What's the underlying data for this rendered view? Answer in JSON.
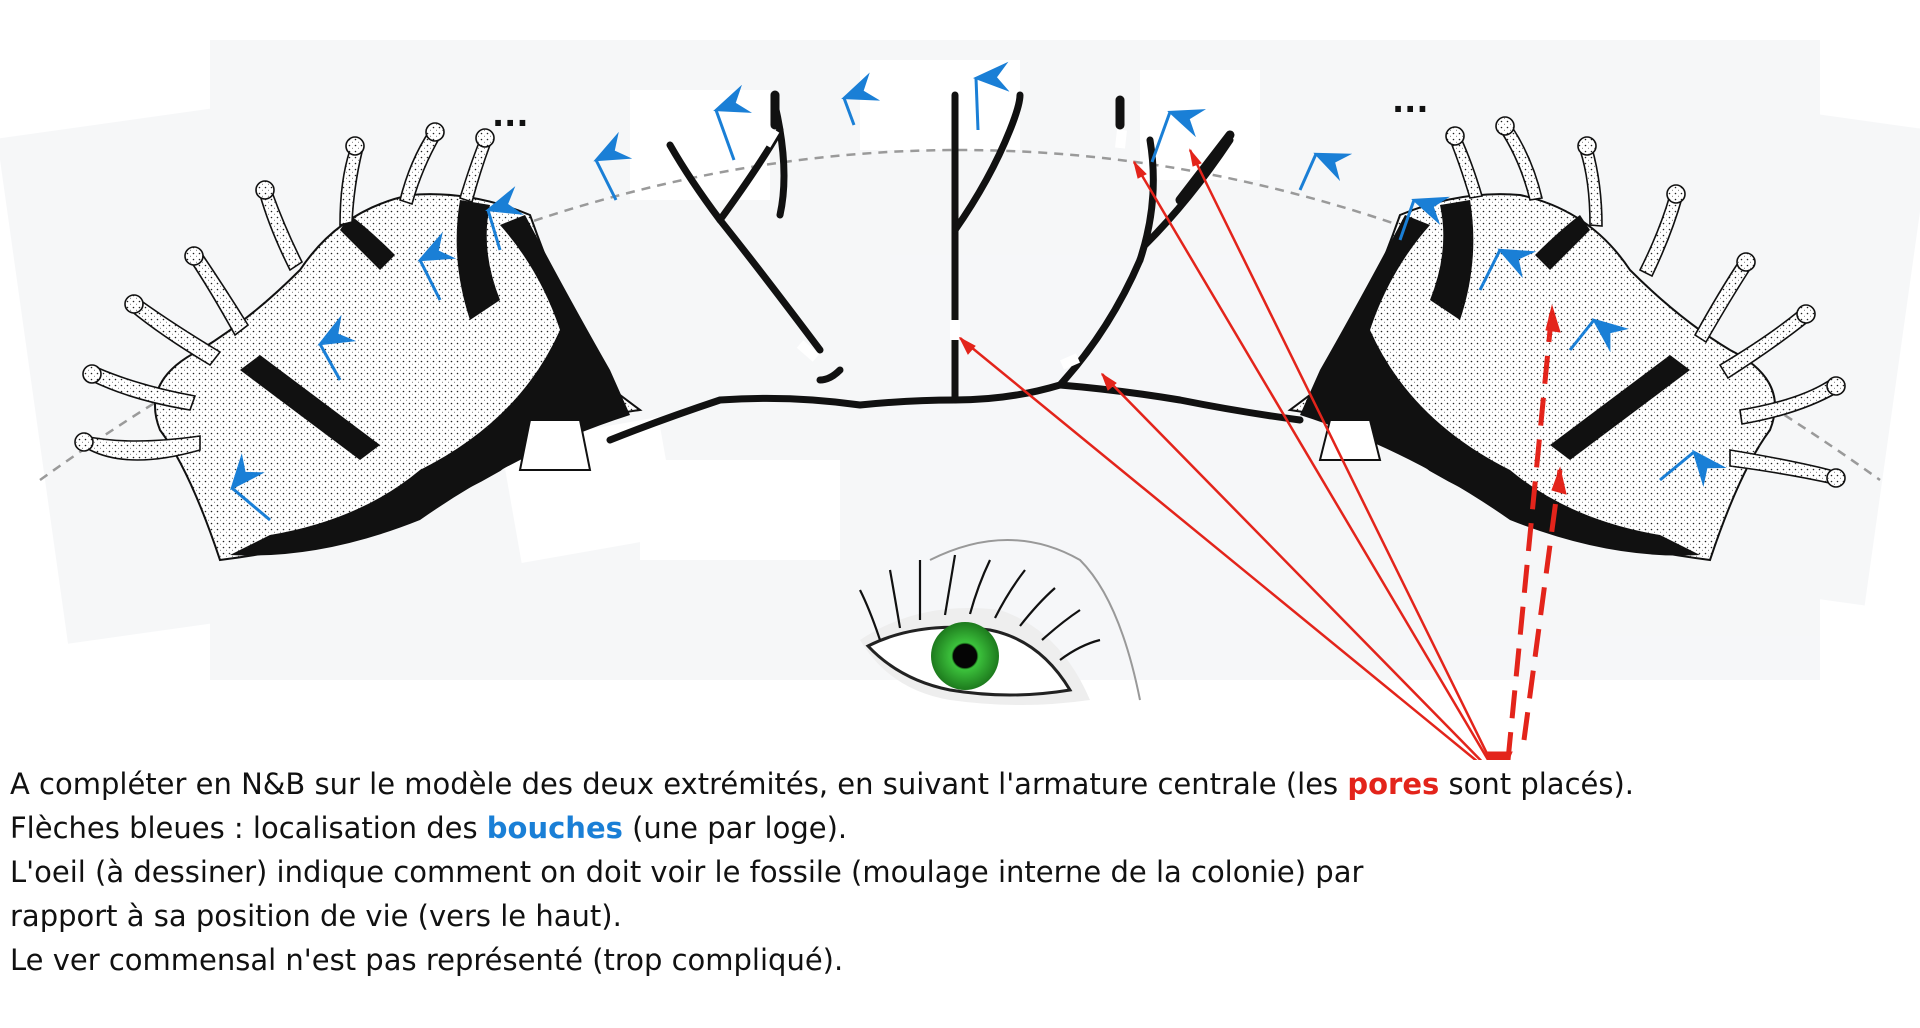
{
  "colors": {
    "background": "#ffffff",
    "text": "#111111",
    "pores_red": "#e3241b",
    "bouches_blue": "#1a7fd6",
    "skeleton_black": "#111111",
    "stipple_grey": "#f2f3f5",
    "iris_green": "#2fa532"
  },
  "caption": {
    "line1_before": "A compléter en N&B sur le modèle des deux extrémités, en suivant l'armature centrale (les ",
    "line1_highlight": "pores",
    "line1_after": " sont placés).",
    "line2_before": "Flèches bleues : localisation des ",
    "line2_highlight": "bouches",
    "line2_after": " (une par loge).",
    "line3": "L'oeil (à dessiner) indique comment on doit voir le fossile (moulage interne de la colonie) par",
    "line4": "rapport à sa position de vie (vers le haut).",
    "line5": "Le ver commensal n'est pas représenté (trop compliqué)."
  },
  "figure": {
    "ellipsis_left": "...",
    "ellipsis_right": "...",
    "icons": [
      "blue-arrow-icon",
      "red-arrow-icon",
      "eye-icon"
    ]
  }
}
